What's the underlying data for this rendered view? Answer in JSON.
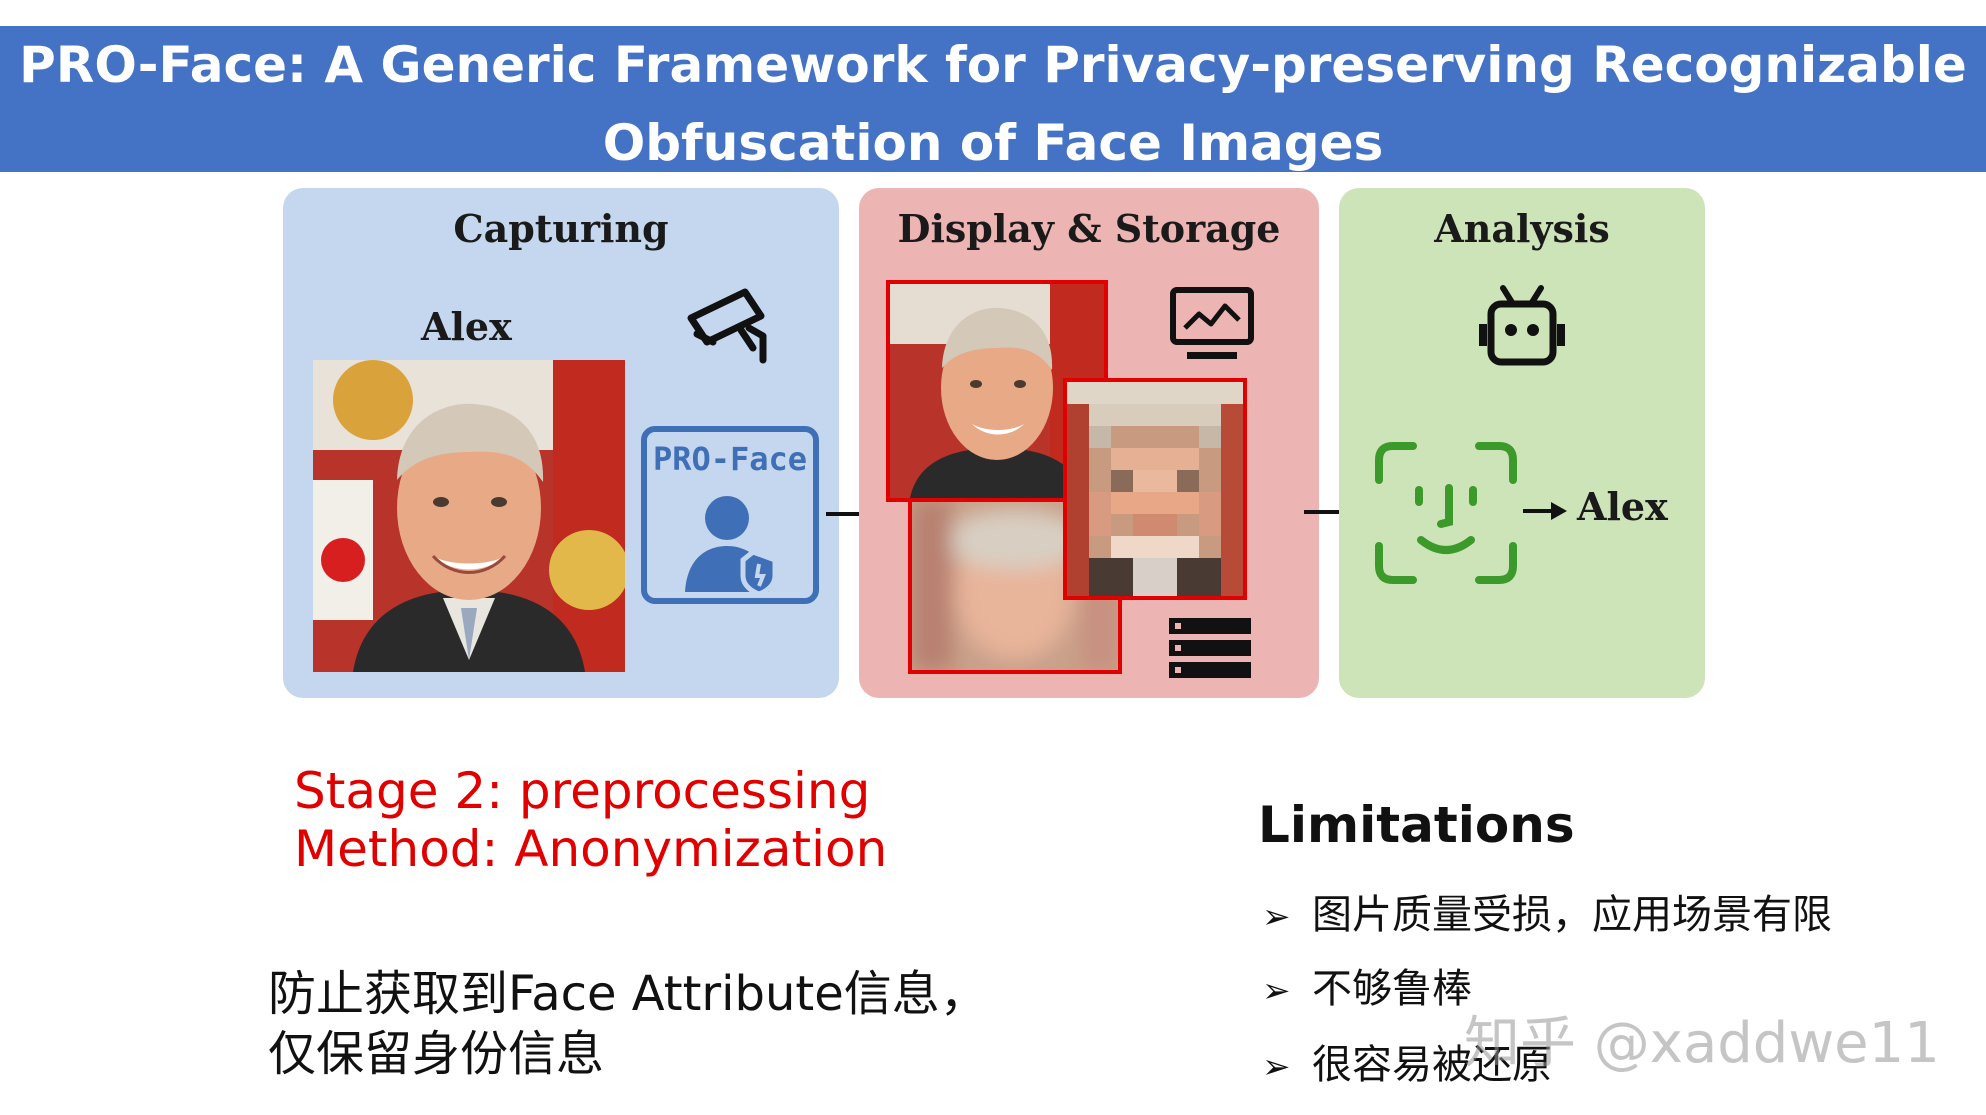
{
  "title": {
    "line1": "PRO-Face: A Generic Framework for Privacy-preserving Recognizable",
    "line2": "Obfuscation of Face Images"
  },
  "figure": {
    "capturing": {
      "title": "Capturing",
      "person_label": "Alex",
      "camera_icon": "security-camera-icon",
      "badge_text": "PRO-Face",
      "badge_icon": "user-shield-icon"
    },
    "display": {
      "title": "Display & Storage",
      "monitor_icon": "monitor-chart-icon",
      "storage_icon": "server-storage-icon"
    },
    "analysis": {
      "title": "Analysis",
      "robot_icon": "robot-icon",
      "face_id_icon": "face-id-icon",
      "result_label": "Alex"
    },
    "colors": {
      "capturing_bg": "#c5d7ee",
      "display_bg": "#ecb5b3",
      "analysis_bg": "#cde3b8",
      "badge_blue": "#3f6fb6",
      "face_id_green": "#3b9a2a",
      "frame_red": "#e00000"
    }
  },
  "stage": {
    "line1": "Stage 2: preprocessing",
    "line2": "Method: Anonymization"
  },
  "description": {
    "line1": "防止获取到Face Attribute信息，",
    "line2": "仅保留身份信息"
  },
  "limitations": {
    "title": "Limitations",
    "bullet_icon": "arrow-bullet-icon",
    "items": [
      "图片质量受损，应用场景有限",
      "不够鲁棒",
      "很容易被还原"
    ]
  },
  "watermark": "知乎 @xaddwe11"
}
